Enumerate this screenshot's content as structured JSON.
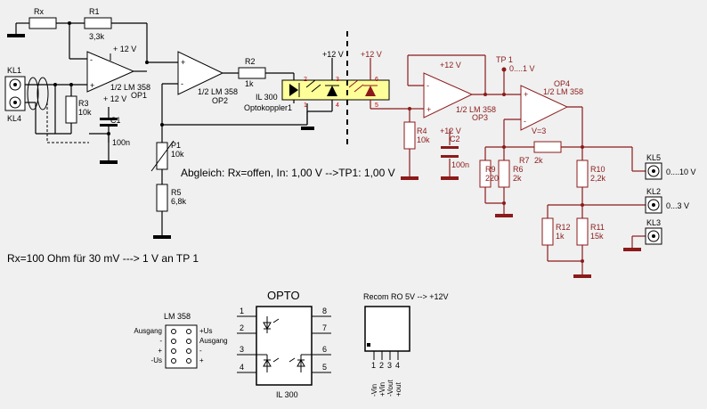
{
  "components": {
    "rx": "Rx",
    "r1": {
      "name": "R1",
      "value": "3,3k"
    },
    "r2": {
      "name": "R2",
      "value": "1k"
    },
    "r3": {
      "name": "R3",
      "value": "10k"
    },
    "r4": {
      "name": "R4",
      "value": "10k"
    },
    "r5": {
      "name": "R5",
      "value": "6,8k"
    },
    "r6": {
      "name": "R6",
      "value": "2k"
    },
    "r7": {
      "name": "R7",
      "value": "2k"
    },
    "r9": {
      "name": "R9",
      "value": "220"
    },
    "r10": {
      "name": "R10",
      "value": "2,2k"
    },
    "r11": {
      "name": "R11",
      "value": "15k"
    },
    "r12": {
      "name": "R12",
      "value": "1k"
    },
    "p1": {
      "name": "P1",
      "value": "10k"
    },
    "c1": {
      "name": "C1",
      "value": "100n"
    },
    "c2": {
      "name": "C2",
      "value": "100n"
    },
    "op1": {
      "type": "1/2 LM 358",
      "name": "OP1"
    },
    "op2": {
      "type": "1/2 LM 358",
      "name": "OP2"
    },
    "op3": {
      "type": "1/2 LM 358",
      "name": "OP3"
    },
    "op4": {
      "type": "1/2 LM 358",
      "name": "OP4"
    },
    "opto": {
      "type": "IL 300",
      "name": "Optokoppler1"
    },
    "kl1": "KL1",
    "kl4": "KL4",
    "kl5": "KL5",
    "kl2": "KL2",
    "kl3": "KL3"
  },
  "supply": {
    "v12": "+ 12 V",
    "v12b": "+ 12 V",
    "v12c": "+12 V",
    "v12d": "+12 V",
    "v12e": "+12 V",
    "v12f": "+12 V"
  },
  "labels": {
    "tp1": "TP 1",
    "tp1_range": "0....1 V",
    "gain": "V=3",
    "out_10v": "0....10 V",
    "out_3v": "0...3 V",
    "calibration": "Abgleich: Rx=offen, In: 1,00 V -->TP1: 1,00 V",
    "rx_note": "Rx=100 Ohm für 30 mV ---> 1 V an TP 1"
  },
  "opto_pins": [
    "2",
    "3",
    "1",
    "4",
    "6",
    "5"
  ],
  "lm358_pinout": {
    "title": "LM 358",
    "left": [
      "Ausgang",
      "-",
      "+",
      "-Us"
    ],
    "right": [
      "+Us",
      "Ausgang",
      "-",
      "+"
    ]
  },
  "opto_pinout": {
    "title": "OPTO",
    "left_pins": [
      "1",
      "2",
      "3",
      "4"
    ],
    "right_pins": [
      "8",
      "7",
      "6",
      "5"
    ],
    "part": "IL 300"
  },
  "recom": {
    "title": "Recom RO 5V --> +12V",
    "pins": [
      "1",
      "2",
      "3",
      "4"
    ],
    "pin_labels": [
      "-Vin",
      "+Vin",
      "-Vout",
      "+out"
    ]
  }
}
